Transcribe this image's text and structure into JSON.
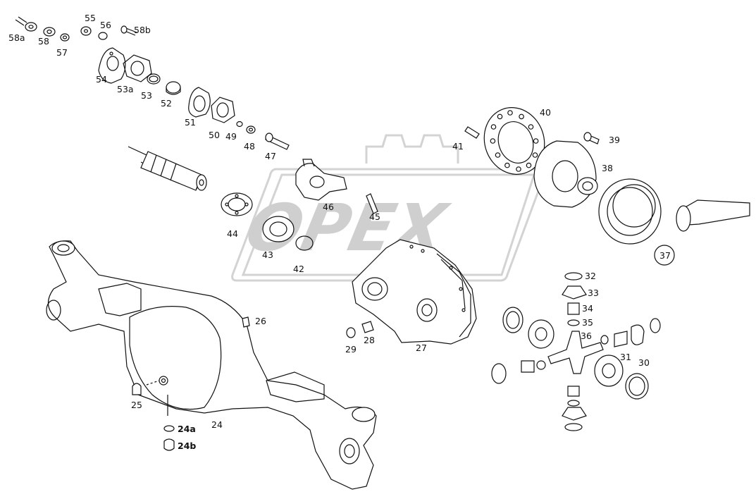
{
  "diagram": {
    "watermark_text": "OPEX",
    "part_labels": [
      {
        "id": "58a",
        "text": "58a"
      },
      {
        "id": "58",
        "text": "58"
      },
      {
        "id": "57",
        "text": "57"
      },
      {
        "id": "55",
        "text": "55"
      },
      {
        "id": "56",
        "text": "56"
      },
      {
        "id": "58b",
        "text": "58b"
      },
      {
        "id": "54",
        "text": "54"
      },
      {
        "id": "53a",
        "text": "53a"
      },
      {
        "id": "53",
        "text": "53"
      },
      {
        "id": "52",
        "text": "52"
      },
      {
        "id": "51",
        "text": "51"
      },
      {
        "id": "50",
        "text": "50"
      },
      {
        "id": "49",
        "text": "49"
      },
      {
        "id": "48",
        "text": "48"
      },
      {
        "id": "47",
        "text": "47"
      },
      {
        "id": "46",
        "text": "46"
      },
      {
        "id": "45",
        "text": "45"
      },
      {
        "id": "44",
        "text": "44"
      },
      {
        "id": "43",
        "text": "43"
      },
      {
        "id": "42",
        "text": "42"
      },
      {
        "id": "41",
        "text": "41"
      },
      {
        "id": "40",
        "text": "40"
      },
      {
        "id": "39",
        "text": "39"
      },
      {
        "id": "38",
        "text": "38"
      },
      {
        "id": "37",
        "text": "37"
      },
      {
        "id": "32",
        "text": "32"
      },
      {
        "id": "33",
        "text": "33"
      },
      {
        "id": "34",
        "text": "34"
      },
      {
        "id": "35",
        "text": "35"
      },
      {
        "id": "36",
        "text": "36"
      },
      {
        "id": "31",
        "text": "31"
      },
      {
        "id": "30",
        "text": "30"
      },
      {
        "id": "29",
        "text": "29"
      },
      {
        "id": "28",
        "text": "28"
      },
      {
        "id": "27",
        "text": "27"
      },
      {
        "id": "26",
        "text": "26"
      },
      {
        "id": "25",
        "text": "25"
      },
      {
        "id": "24",
        "text": "24"
      },
      {
        "id": "24a",
        "text": "24a"
      },
      {
        "id": "24b",
        "text": "24b"
      }
    ]
  }
}
